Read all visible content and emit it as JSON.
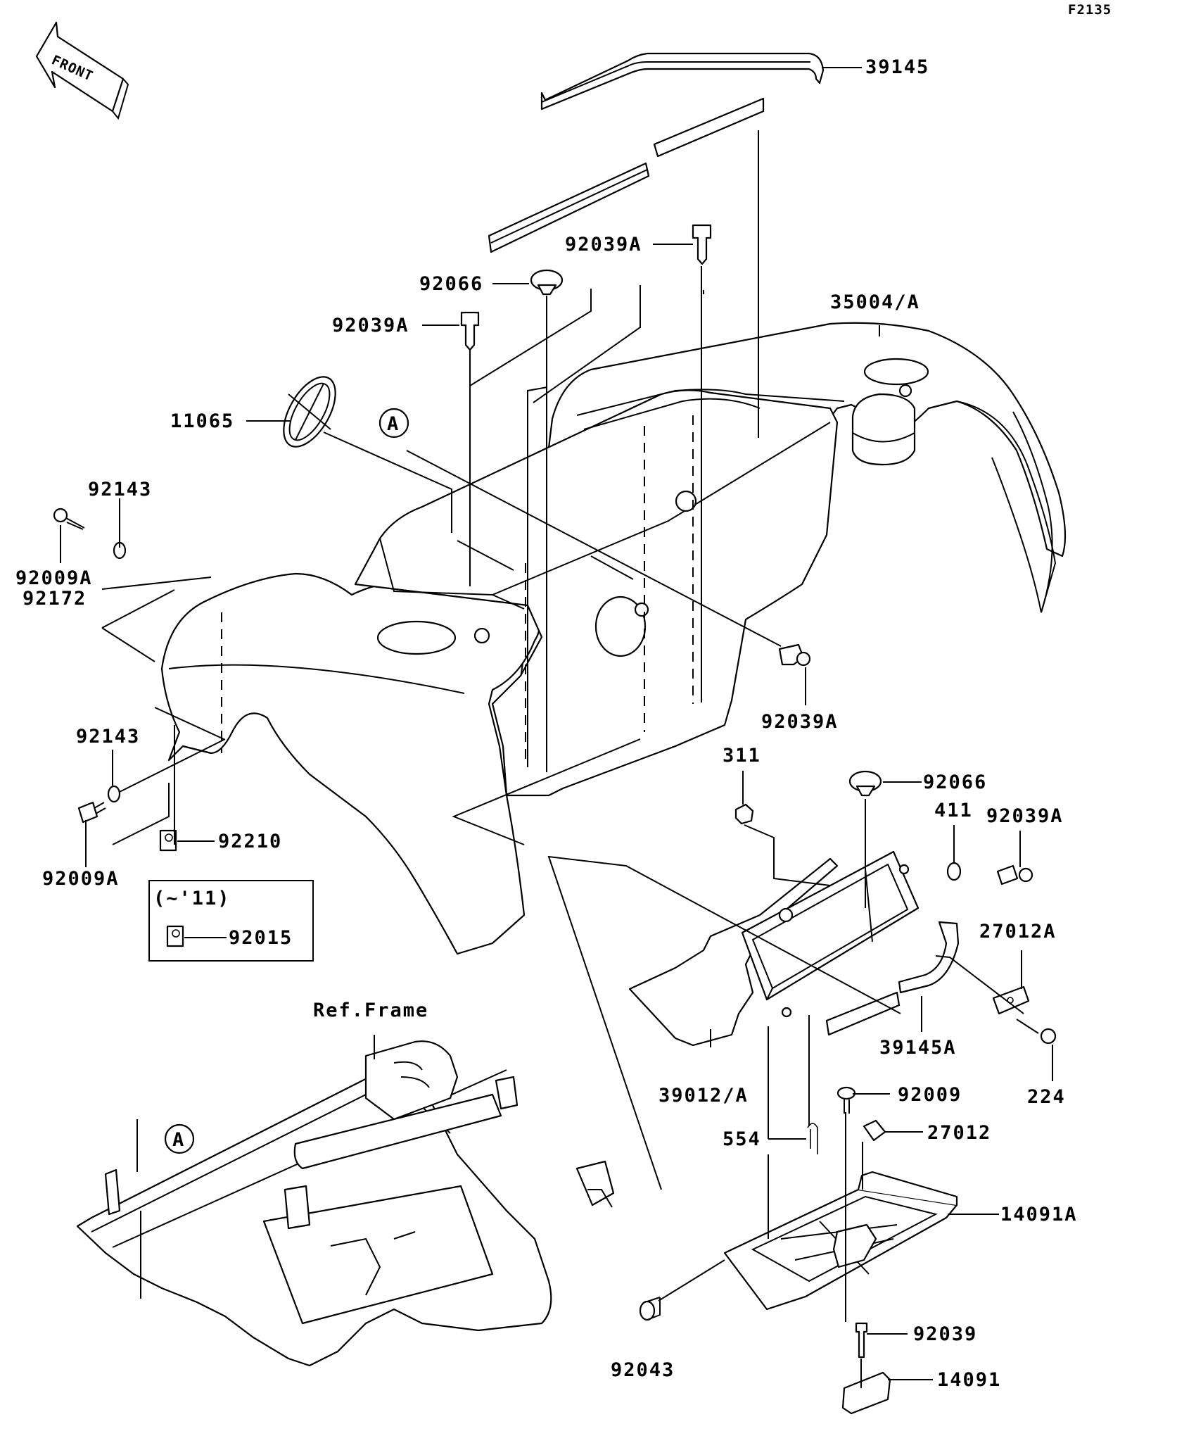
{
  "figure_code": "F2135",
  "front_arrow_text": "FRONT",
  "ref_circle": "A",
  "ref_frame": "Ref.Frame",
  "variant_box_label": "(~'11)",
  "callouts": {
    "c39145": "39145",
    "c92039A_top": "92039A",
    "c92066_top": "92066",
    "c35004A": "35004/A",
    "c92039A_left": "92039A",
    "c11065": "11065",
    "c92143_top": "92143",
    "c92009A_top": "92009A",
    "c92172": "92172",
    "c92039A_mid": "92039A",
    "c92143_low": "92143",
    "c92210": "92210",
    "c92009A_low": "92009A",
    "c92015": "92015",
    "c311": "311",
    "c92066_right": "92066",
    "c411": "411",
    "c92039A_right": "92039A",
    "c27012A": "27012A",
    "c39145A": "39145A",
    "c39012A": "39012/A",
    "c224": "224",
    "c92009": "92009",
    "c27012": "27012",
    "c554": "554",
    "c14091A": "14091A",
    "c92039": "92039",
    "c92043": "92043",
    "c14091": "14091"
  }
}
